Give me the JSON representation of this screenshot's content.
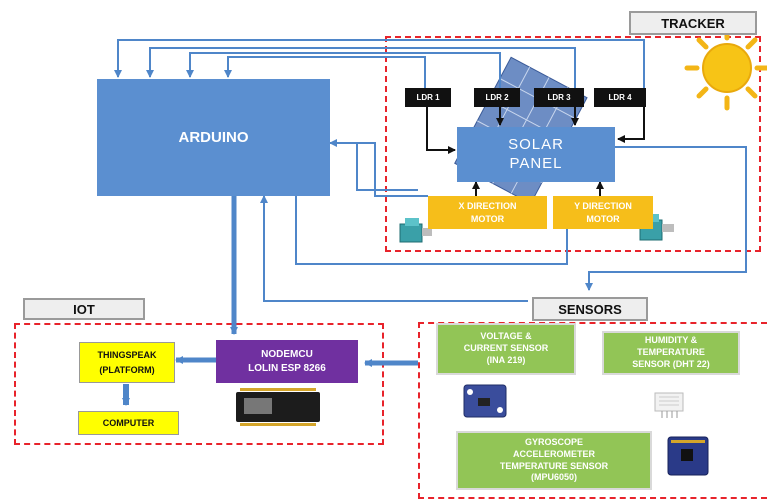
{
  "arduino": "ARDUINO",
  "tracker": {
    "tag": "TRACKER",
    "ldrs": [
      "LDR 1",
      "LDR 2",
      "LDR 3",
      "LDR 4"
    ],
    "solar_panel": [
      "SOLAR",
      "PANEL"
    ],
    "x_motor": [
      "X DIRECTION",
      "MOTOR"
    ],
    "y_motor": [
      "Y DIRECTION",
      "MOTOR"
    ]
  },
  "iot": {
    "tag": "IOT",
    "nodemcu": [
      "NODEMCU",
      "LOLIN ESP 8266"
    ],
    "thingspeak": [
      "THINGSPEAK",
      "(PLATFORM)"
    ],
    "computer": "COMPUTER"
  },
  "sensors": {
    "tag": "SENSORS",
    "voltage": [
      "VOLTAGE &",
      "CURRENT SENSOR",
      "(INA 219)"
    ],
    "humidity": [
      "HUMIDITY &",
      "TEMPERATURE",
      "SENSOR (DHT 22)"
    ],
    "gyro": [
      "GYROSCOPE",
      "ACCELEROMETER",
      "TEMPERATURE SENSOR",
      "(MPU6050)"
    ]
  },
  "colors": {
    "block_blue": "#5b8fd0",
    "line_blue": "#4f86c9",
    "motor_yellow": "#f6be1a",
    "sensor_green": "#92c556",
    "iot_yellow": "#ffff00",
    "nodemcu_purple": "#7030a0",
    "dashed_red": "#e8232b"
  },
  "icons": [
    "sun-icon",
    "solar-panel-image",
    "motor-icon",
    "nodemcu-board-image",
    "ina219-board-image",
    "dht22-sensor-image",
    "mpu6050-board-image"
  ]
}
